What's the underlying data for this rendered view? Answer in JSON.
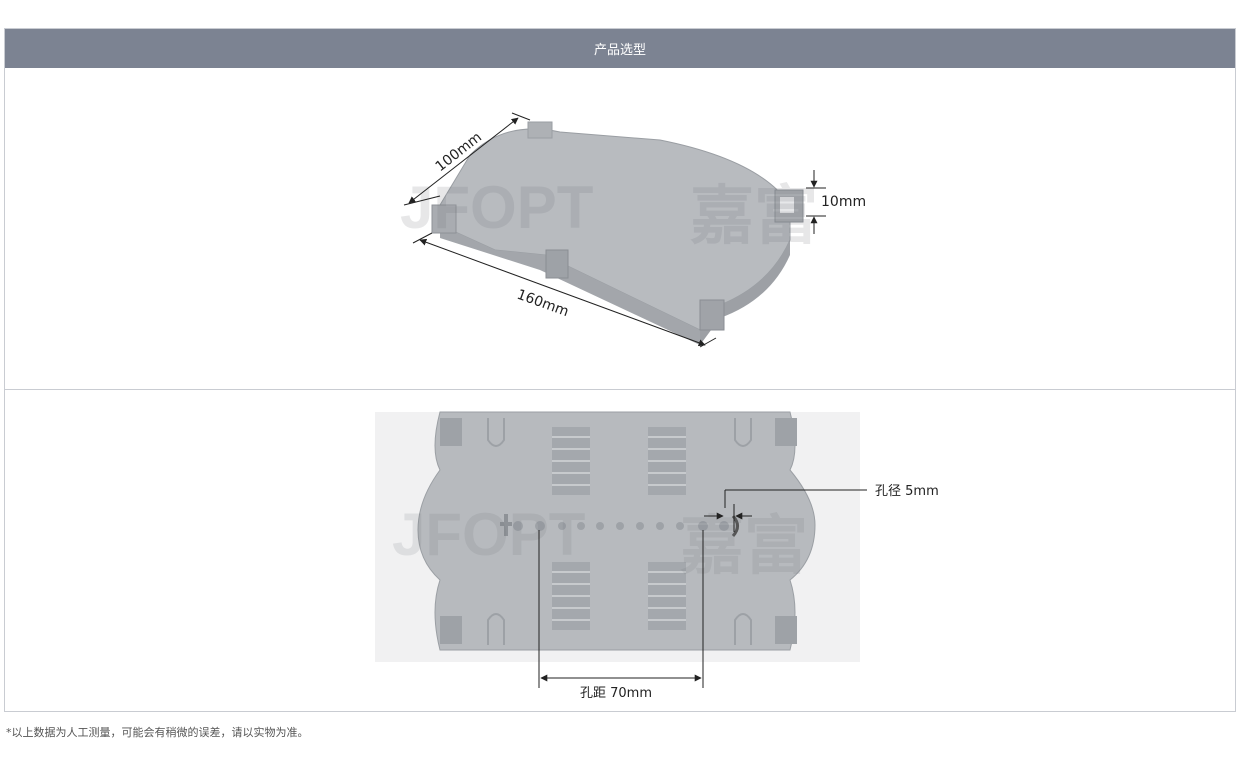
{
  "header": {
    "title": "产品选型"
  },
  "dimensions": {
    "width": "100mm",
    "length": "160mm",
    "height": "10mm",
    "hole_diameter": "孔径 5mm",
    "hole_pitch": "孔距 70mm"
  },
  "watermark": {
    "latin": "JFOPT",
    "cjk": "嘉富"
  },
  "footnote": "*以上数据为人工测量，可能会有稍微的误差，请以实物为准。",
  "colors": {
    "header_bg": "#7c8392",
    "tray_gray": "#b9bcc0",
    "border": "#c9ccd2"
  }
}
